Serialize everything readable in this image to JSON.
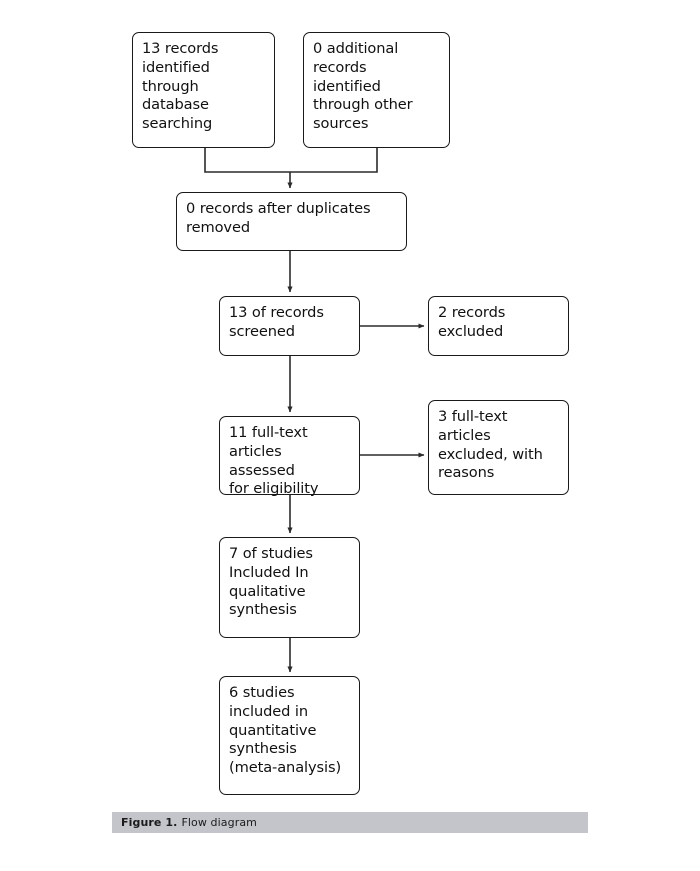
{
  "figure": {
    "caption_label": "Figure 1.",
    "caption_text": "Flow diagram",
    "caption_bg": "#c3c5cb"
  },
  "diagram": {
    "type": "flowchart",
    "name": "PRISMA flow diagram",
    "box_border_color": "#1a1a1a",
    "box_fill": "#ffffff",
    "connector_color": "#2b2b2b",
    "nodes": [
      {
        "id": "identified-database",
        "text": "13 records\nidentified\nthrough\ndatabase\nsearching",
        "count": 13
      },
      {
        "id": "identified-other",
        "text": "0 additional\nrecords\nidentified\nthrough other\nsources",
        "count": 0
      },
      {
        "id": "duplicates-removed",
        "text": "0 records after duplicates\nremoved",
        "count": 0
      },
      {
        "id": "records-screened",
        "text": "13 of records\nscreened",
        "count": 13
      },
      {
        "id": "records-excluded",
        "text": "2 records\nexcluded",
        "count": 2
      },
      {
        "id": "fulltext-assessed",
        "text": "11 full-text\narticles assessed\nfor eligibility",
        "count": 11
      },
      {
        "id": "fulltext-excluded",
        "text": "3 full-text\narticles\nexcluded, with\nreasons",
        "count": 3
      },
      {
        "id": "qualitative-synthesis",
        "text": "7 of studies\nIncluded In\nqualitative\nsynthesis",
        "count": 7
      },
      {
        "id": "quantitative-synthesis",
        "text": "6 studies\nincluded in\nquantitative\nsynthesis\n(meta-analysis)",
        "count": 6
      }
    ]
  }
}
